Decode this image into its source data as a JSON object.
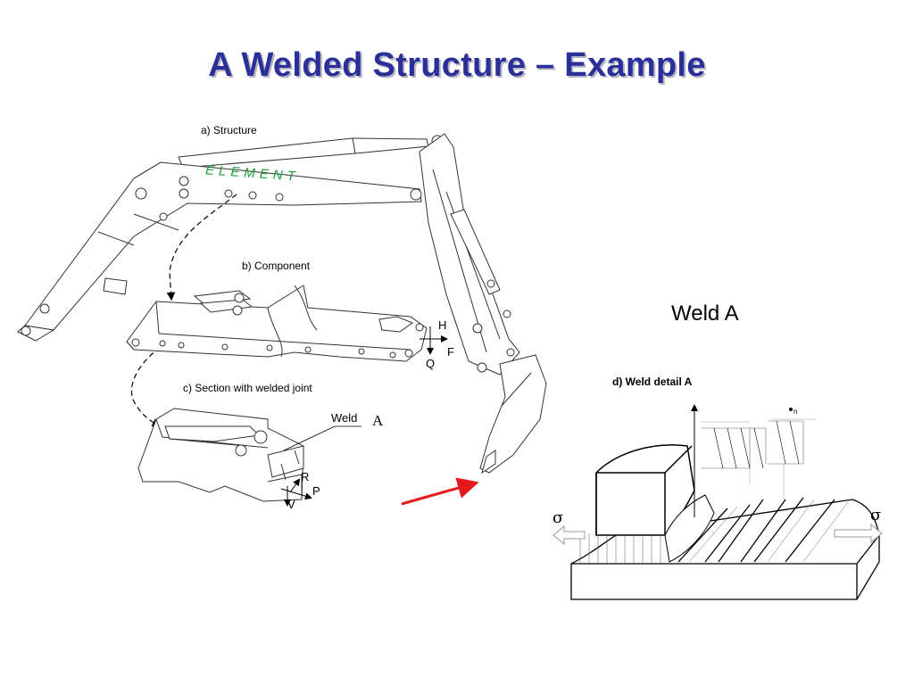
{
  "title": "A Welded Structure – Example",
  "labels": {
    "structure": "a) Structure",
    "element": "ELEMENT",
    "component": "b) Component",
    "section": "c) Section with welded joint",
    "weld": "Weld",
    "weld_letter": "A",
    "force_H": "H",
    "force_F": "F",
    "force_Q": "Q",
    "force_R": "R",
    "force_P": "P",
    "force_V": "V",
    "weld_a": "Weld A",
    "detail": "d) Weld detail A",
    "sigma_left": "σ",
    "sigma_right": "σ",
    "sigma_n": "n"
  },
  "colors": {
    "title": "#2b2f9a",
    "element_text": "#1f9e3a",
    "pointer_arrow": "#e3191c"
  }
}
